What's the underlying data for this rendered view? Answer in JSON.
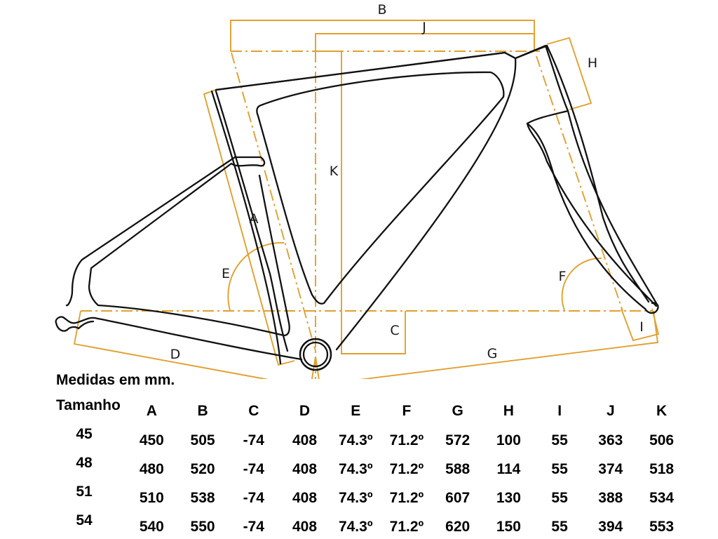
{
  "colors": {
    "dimension": "#e0a030",
    "frame": "#111111"
  },
  "diagram": {
    "labels": {
      "A": "A",
      "B": "B",
      "C": "C",
      "D": "D",
      "E": "E",
      "F": "F",
      "G": "G",
      "H": "H",
      "I": "I",
      "J": "J",
      "K": "K"
    }
  },
  "caption": "Medidas em mm.",
  "table": {
    "size_header": "Tamanho",
    "columns": [
      "A",
      "B",
      "C",
      "D",
      "E",
      "F",
      "G",
      "H",
      "I",
      "J",
      "K"
    ],
    "rows": [
      {
        "size": "45",
        "values": [
          "450",
          "505",
          "-74",
          "408",
          "74.3º",
          "71.2º",
          "572",
          "100",
          "55",
          "363",
          "506"
        ]
      },
      {
        "size": "48",
        "values": [
          "480",
          "520",
          "-74",
          "408",
          "74.3º",
          "71.2º",
          "588",
          "114",
          "55",
          "374",
          "518"
        ]
      },
      {
        "size": "51",
        "values": [
          "510",
          "538",
          "-74",
          "408",
          "74.3º",
          "71.2º",
          "607",
          "130",
          "55",
          "388",
          "534"
        ]
      },
      {
        "size": "54",
        "values": [
          "540",
          "550",
          "-74",
          "408",
          "74.3º",
          "71.2º",
          "620",
          "150",
          "55",
          "394",
          "553"
        ]
      }
    ]
  }
}
